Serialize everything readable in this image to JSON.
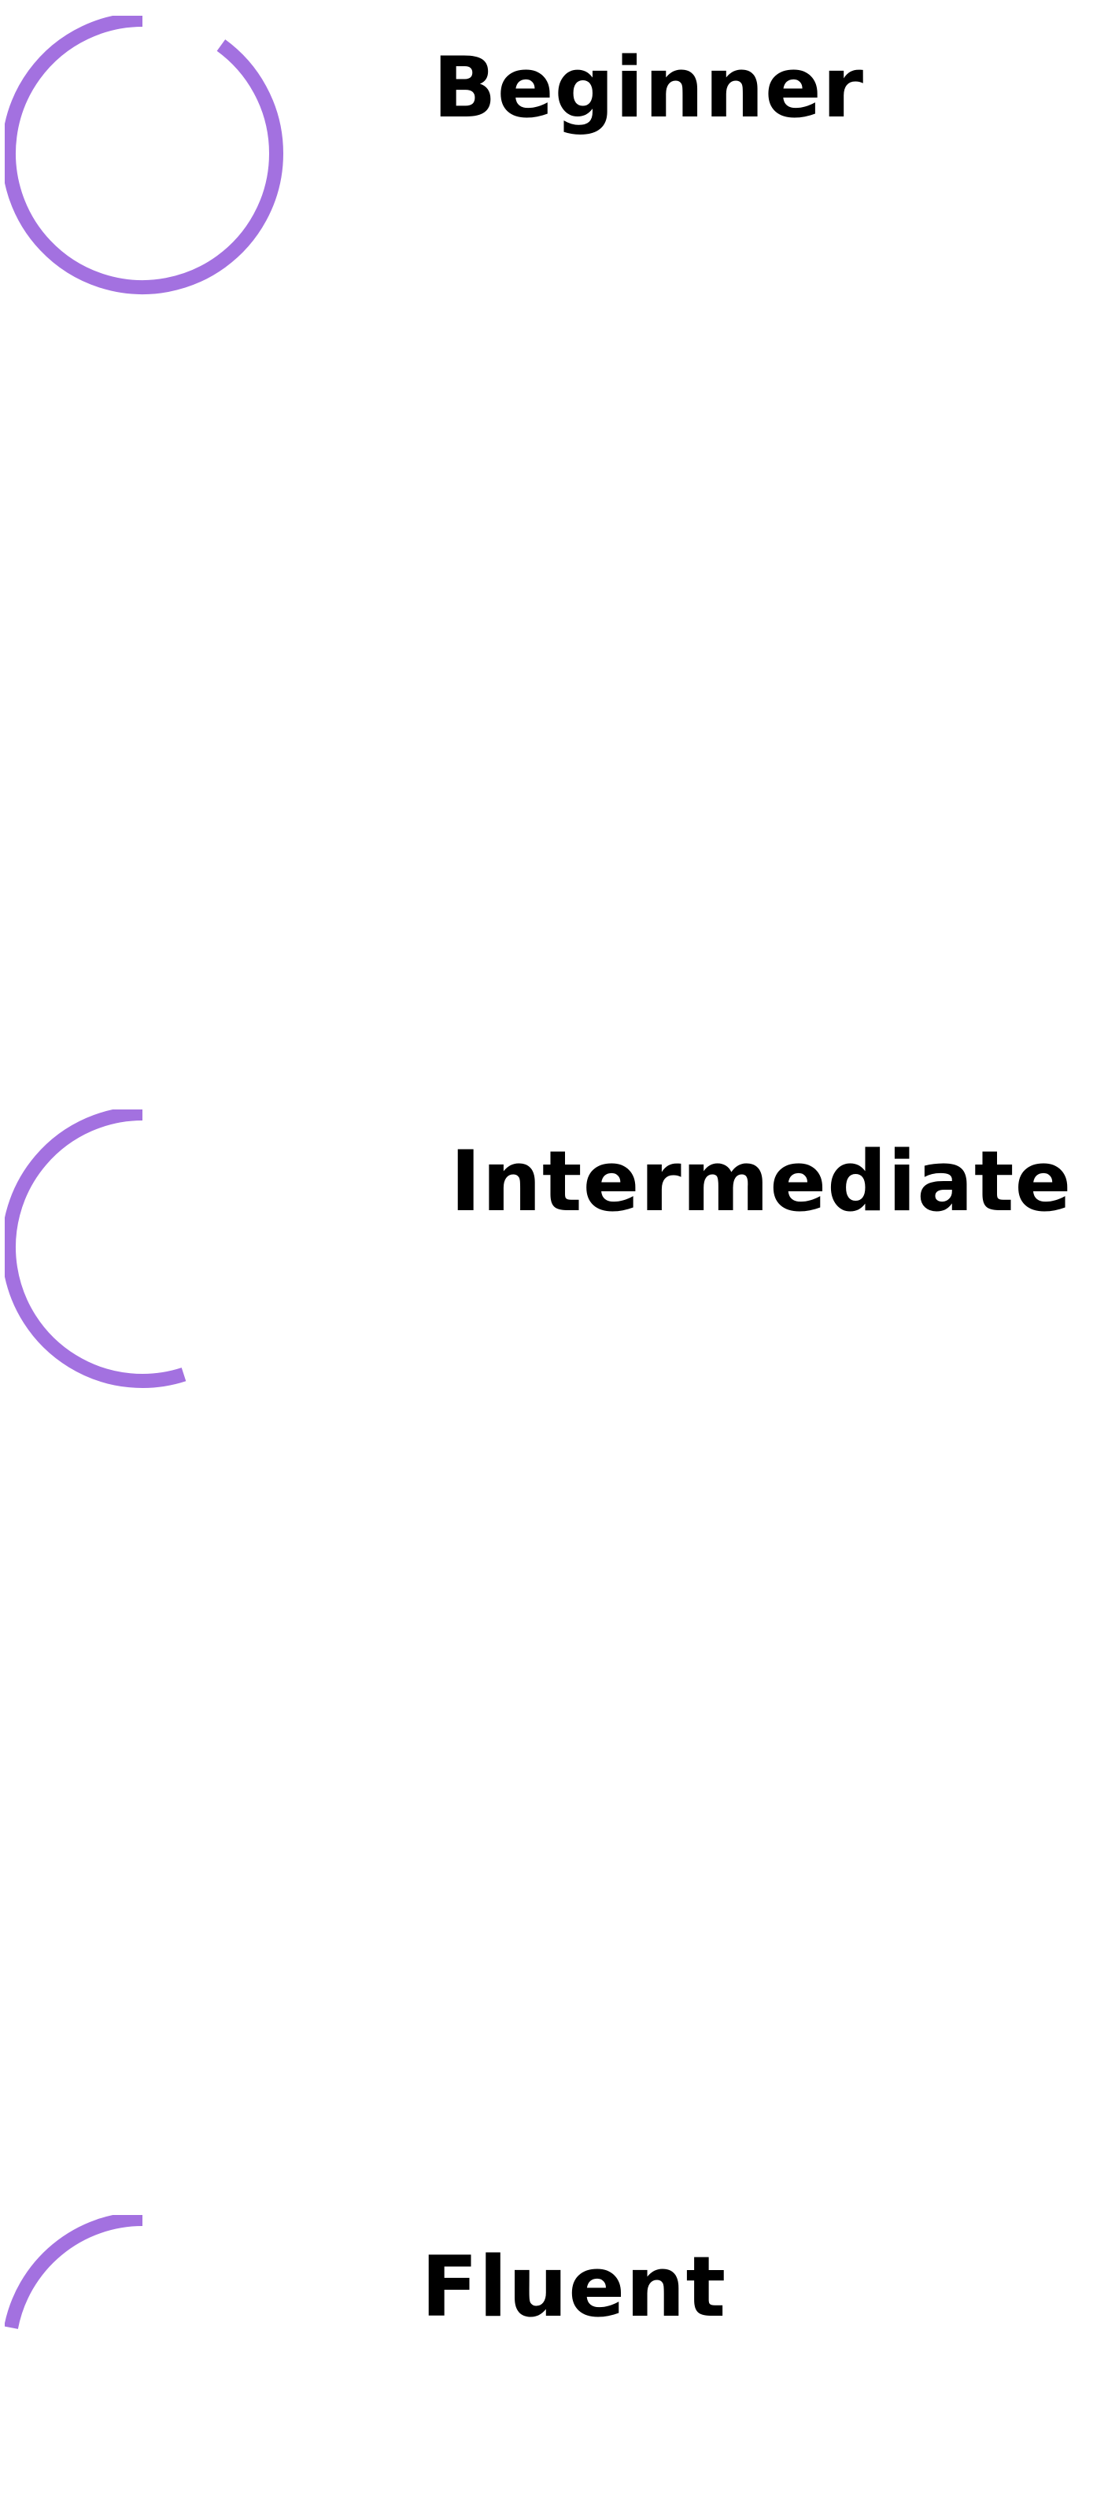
{
  "accent_color": "#a371e0",
  "levels": [
    {
      "label": "Beginner",
      "progress": 0.9
    },
    {
      "label": "Intermediate",
      "progress": 0.55
    },
    {
      "label": "Fluent",
      "progress": 0.22
    }
  ]
}
